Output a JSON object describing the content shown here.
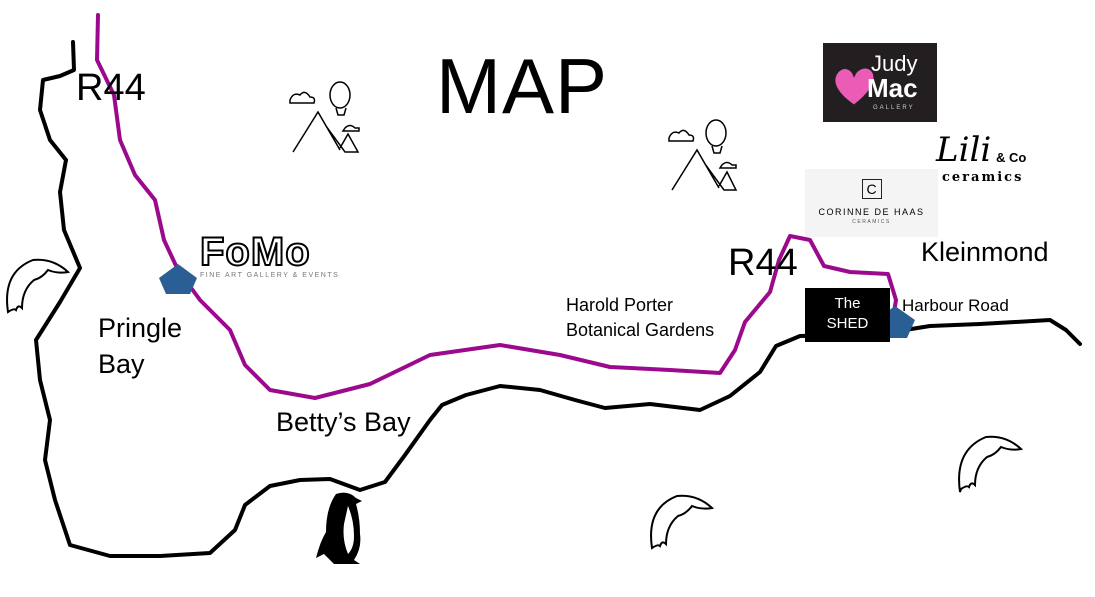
{
  "title": "MAP",
  "roads": [
    {
      "label": "R44"
    },
    {
      "label": "R44"
    }
  ],
  "places": {
    "pringle_bay": "Pringle\nBay",
    "pringle_line1": "Pringle",
    "pringle_line2": "Bay",
    "bettys_bay": "Betty’s Bay",
    "harold_line1": "Harold Porter",
    "harold_line2": "Botanical Gardens",
    "kleinmond": "Kleinmond",
    "harbour_road": "Harbour Road"
  },
  "venues": {
    "shed_line1": "The",
    "shed_line2": "SHED",
    "fomo_name": "FoMo",
    "fomo_tagline": "FINE ART GALLERY & EVENTS",
    "judy_line1": "Judy",
    "judy_line2": "Mac",
    "judy_line3": "GALLERY",
    "lili_line1": "Lili",
    "lili_line2": "& Co",
    "lili_line3": "ceramics",
    "corinne_mark": "C",
    "corinne_name": "CORINNE DE HAAS",
    "corinne_sub": "CERAMICS"
  },
  "colors": {
    "road": "#9b0a8c",
    "coast": "#000000",
    "marker": "#2a5f96"
  }
}
